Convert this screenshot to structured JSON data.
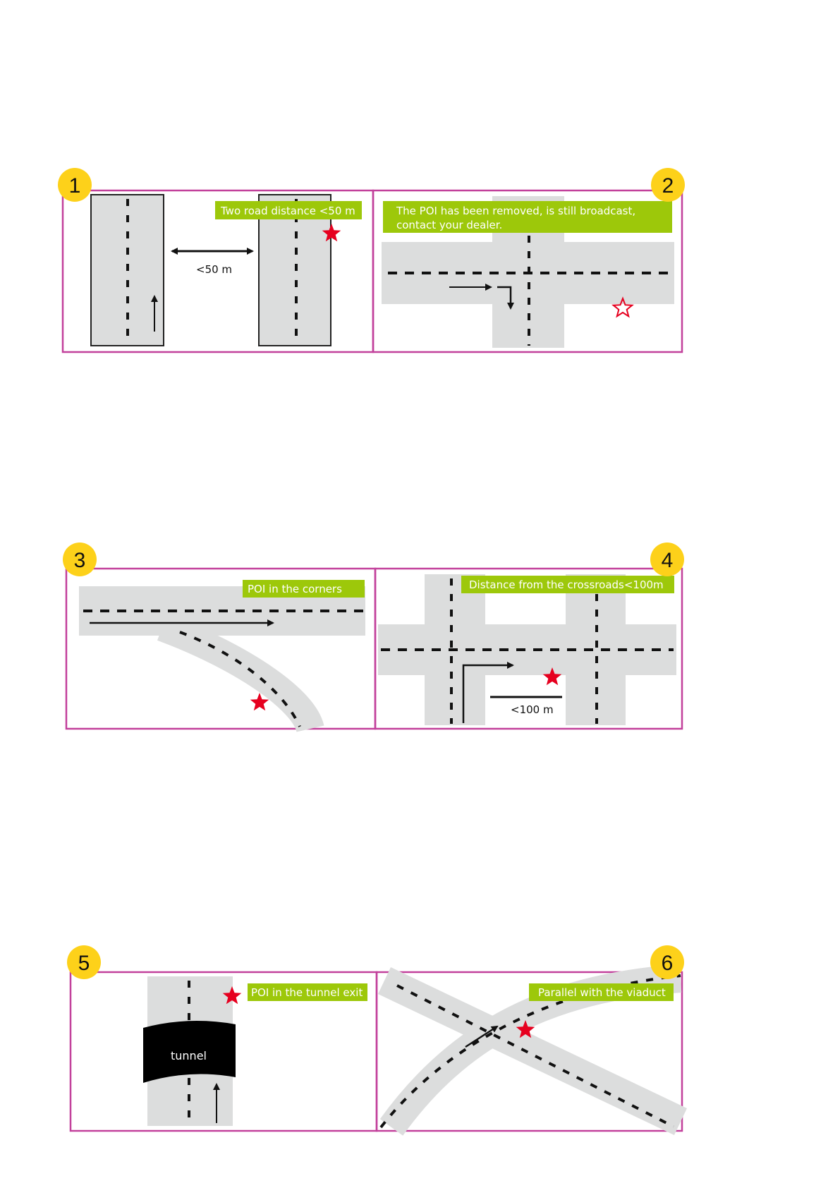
{
  "colors": {
    "frame": "#c2409b",
    "badge": "#fdd11a",
    "label_bg": "#9dc80a",
    "road": "#dcdddd",
    "poi": "#e6001f"
  },
  "panels": [
    {
      "number": "1",
      "label": "Two road distance <50 m",
      "measure": "<50 m"
    },
    {
      "number": "2",
      "label_line1": "The POI has been removed, is still broadcast,",
      "label_line2": "contact your dealer."
    },
    {
      "number": "3",
      "label": "POI in the corners"
    },
    {
      "number": "4",
      "label": "Distance from the crossroads<100m",
      "measure": "<100 m"
    },
    {
      "number": "5",
      "label": "POI in the tunnel exit",
      "tunnel": "tunnel"
    },
    {
      "number": "6",
      "label": "Parallel with the viaduct"
    }
  ]
}
